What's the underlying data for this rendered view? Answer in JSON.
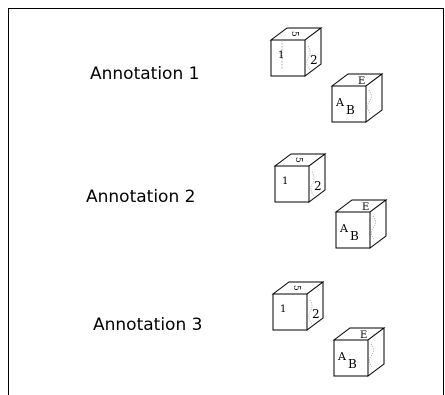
{
  "rows": [
    {
      "annotation": "Annotation 1",
      "cube_top": {
        "front": "1",
        "top": "5",
        "right": "2"
      },
      "cube_bottom": {
        "front": "A",
        "top": "E",
        "right": "B"
      }
    },
    {
      "annotation": "Annotation 2",
      "cube_top": {
        "front": "1",
        "top": "5",
        "right": "2"
      },
      "cube_bottom": {
        "front": "A",
        "top": "E",
        "right": "B"
      }
    },
    {
      "annotation": "Annotation 3",
      "cube_top": {
        "front": "1",
        "top": "5",
        "right": "2"
      },
      "cube_bottom": {
        "front": "A",
        "top": "E",
        "right": "B"
      }
    }
  ]
}
